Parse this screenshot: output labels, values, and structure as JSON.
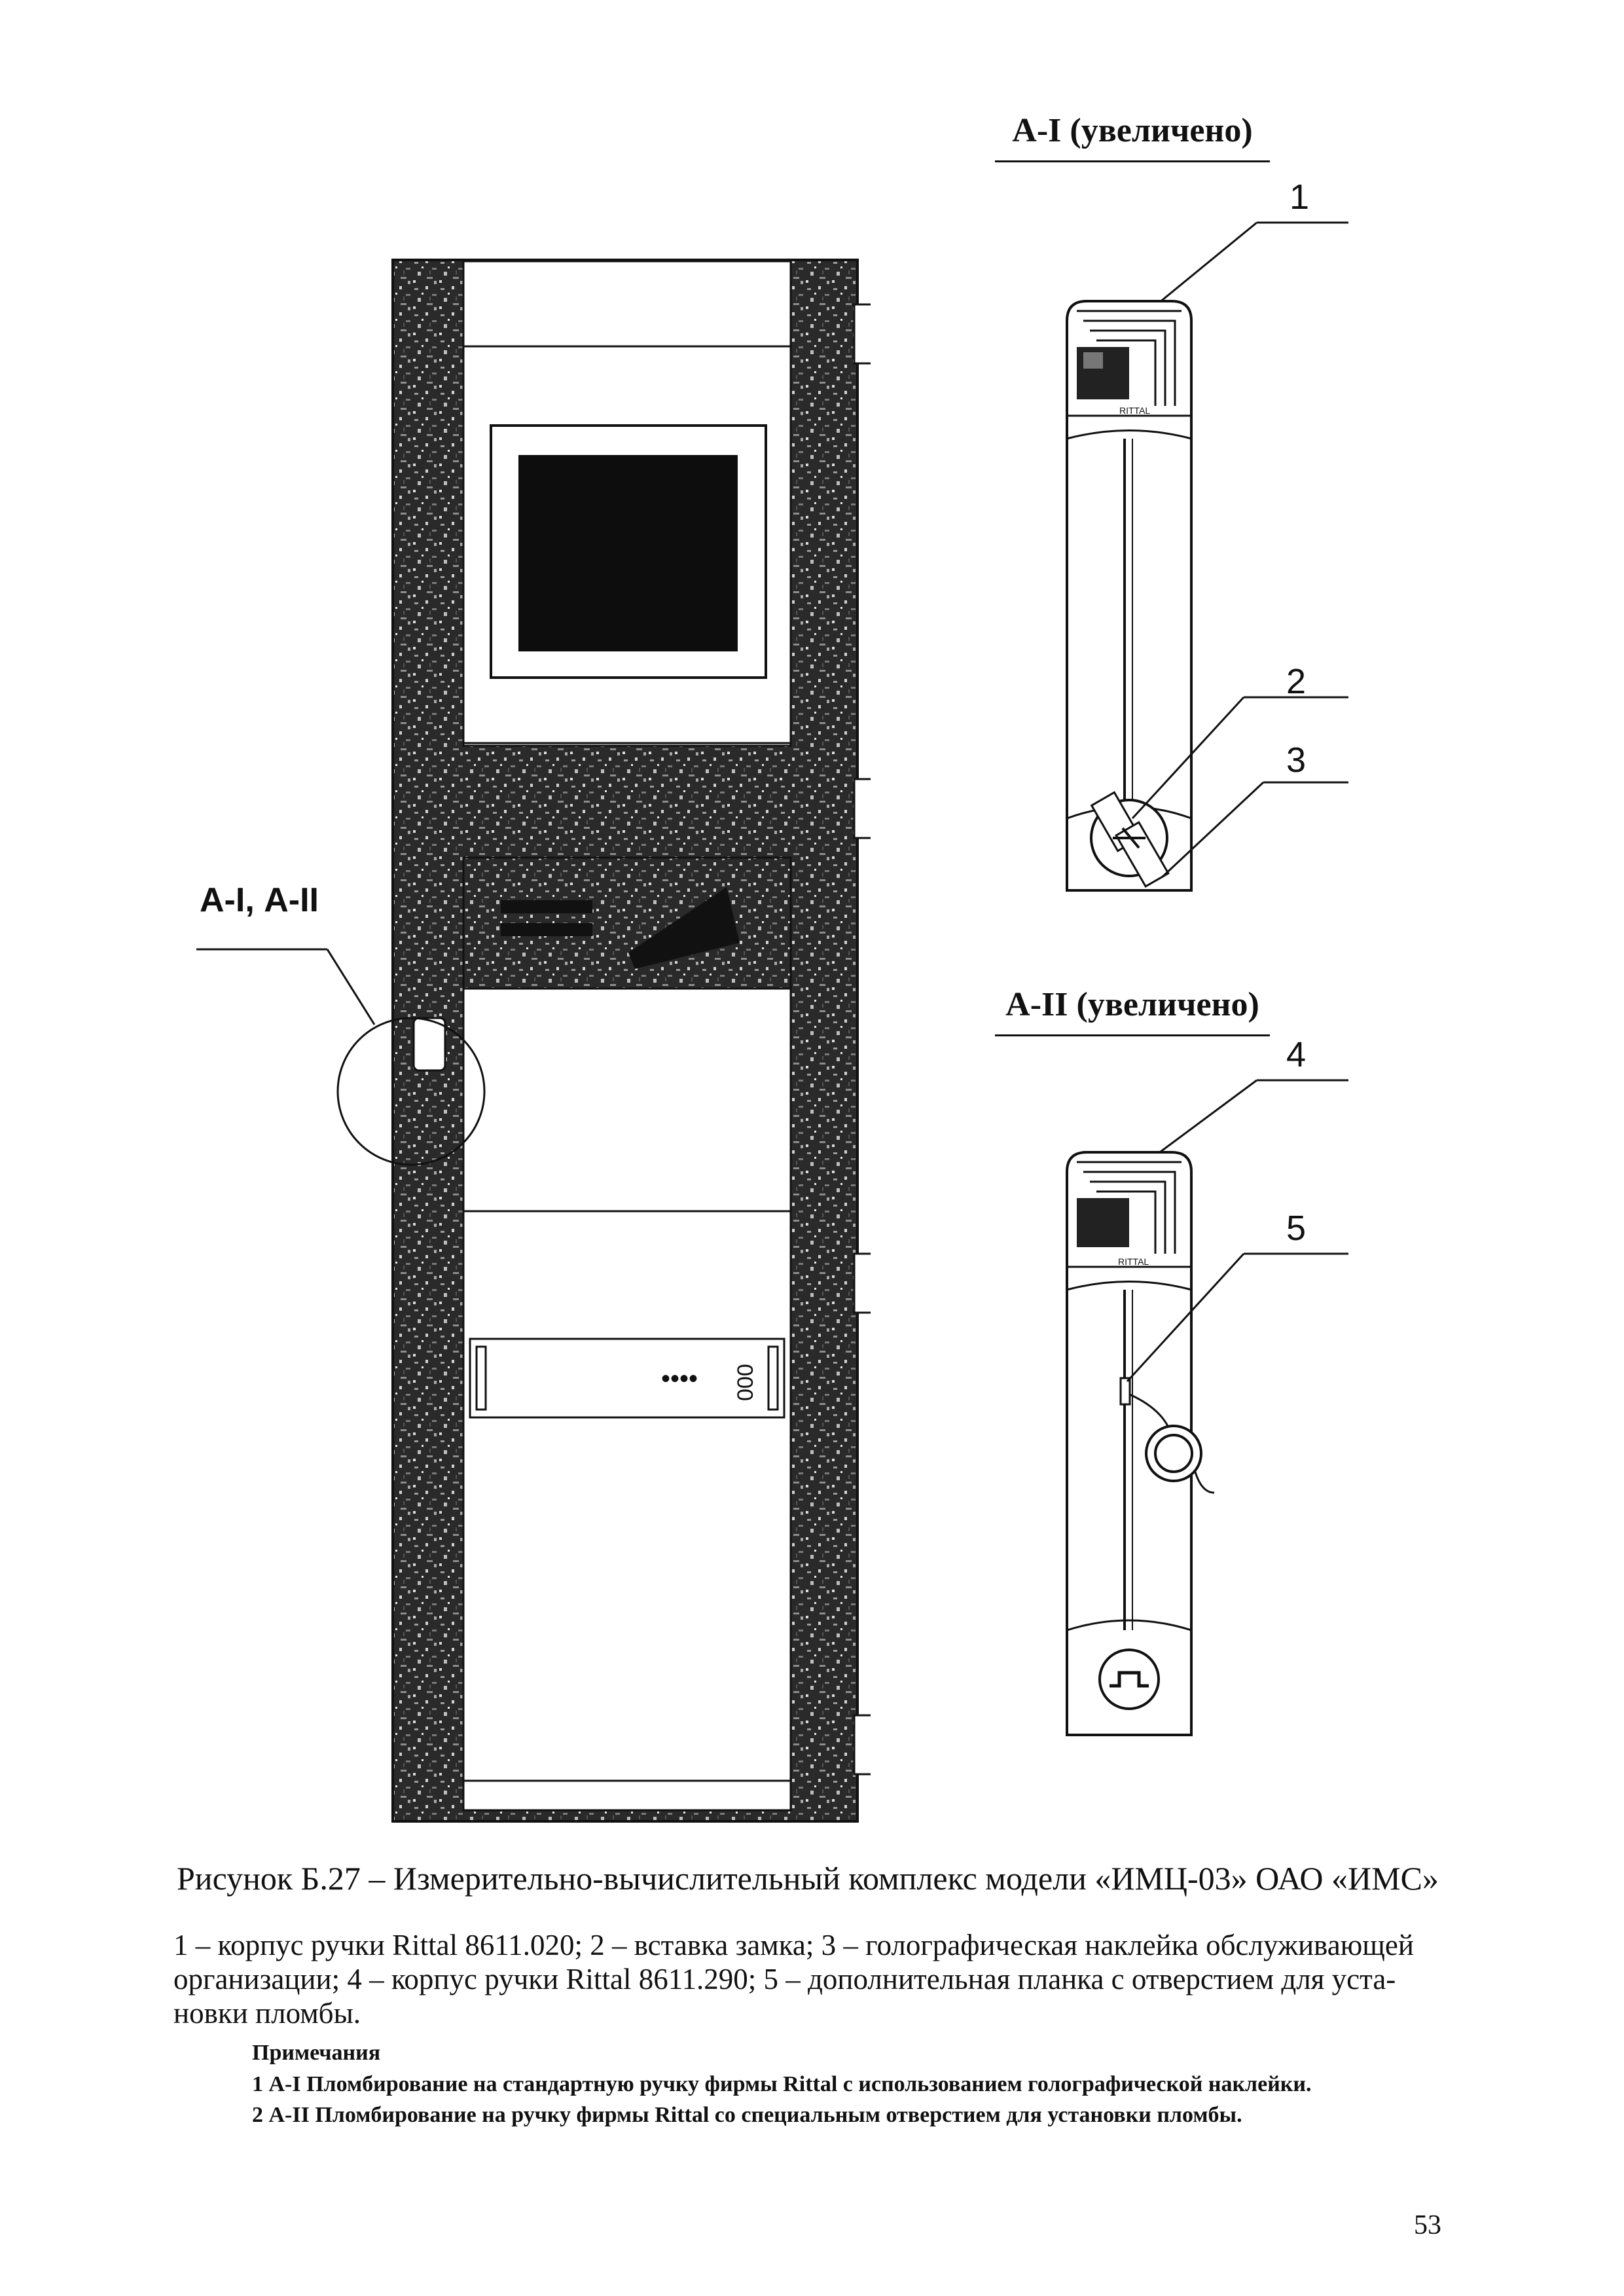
{
  "views": {
    "a1_title": "А-I (увеличено)",
    "a2_title": "А-II (увеличено)",
    "cabinet_label": "А-I, А-II"
  },
  "callouts": [
    "1",
    "2",
    "3",
    "4",
    "5"
  ],
  "handle_brand": "RITTAL",
  "panel_indicator": "•••• 000",
  "caption": "Рисунок Б.27 – Измерительно-вычислительный комплекс модели «ИМЦ-03» ОАО «ИМС»",
  "legend": {
    "line1": "1 – корпус ручки Rittal 8611.020; 2 – вставка замка; 3 – голографическая наклейка обслуживающей",
    "line2": "организации; 4 – корпус ручки Rittal 8611.290; 5 – дополнительная планка с отверстием для уста-",
    "line3": "новки пломбы."
  },
  "notes": {
    "title": "Примечания",
    "items": [
      "1 А-I Пломбирование на стандартную ручку фирмы Rittal  с использованием голографической наклейки.",
      "2 А-II Пломбирование на ручку фирмы Rittal со специальным отверстием для установки пломбы."
    ]
  },
  "page_number": "53"
}
